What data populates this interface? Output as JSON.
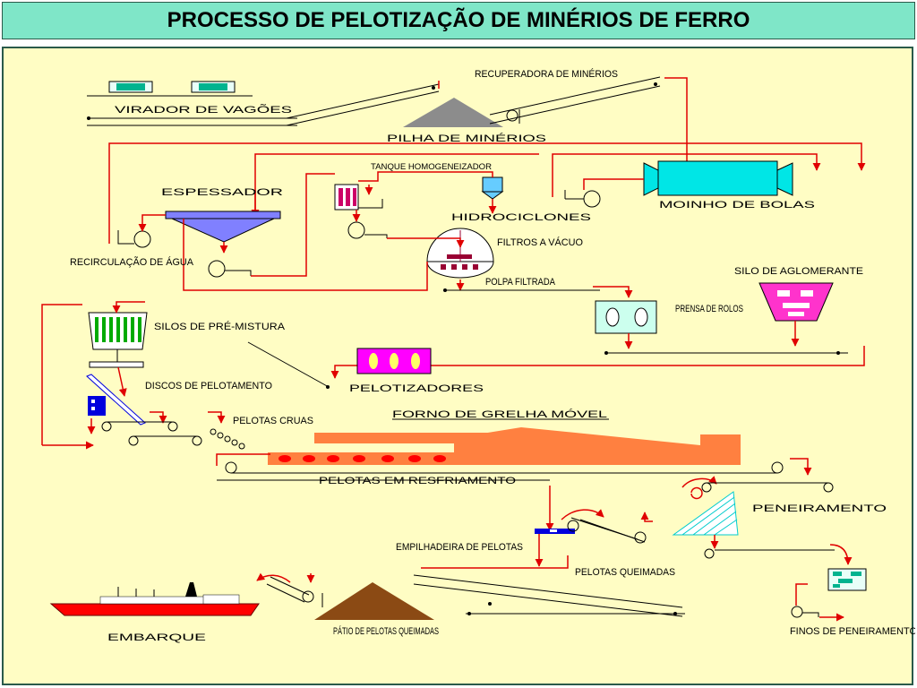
{
  "title": "PROCESSO DE PELOTIZAÇÃO DE MINÉRIOS DE FERRO",
  "colors": {
    "title_bg": "#7fe6c8",
    "canvas_bg": "#fffdc4",
    "flow_arrow": "#e00000",
    "conveyor": "#000000",
    "stockpile_ore": "#8c8c8c",
    "stockpile_pellets": "#8b4a14",
    "thickener": "#8080ff",
    "mill": "#00e6e6",
    "bentonite_silo": "#ff33cc",
    "dosing_silos": "#00aa00",
    "disc_feeders": "#0000dd",
    "roller_screens": "#ff00ff",
    "kiln": "#ff8040",
    "cooler": "#00cccc",
    "ship_hull": "#ff0000"
  },
  "labels": {
    "recuperadora": "RECUPERADORA DE MINÉRIOS",
    "virador": "VIRADOR DE VAGÕES",
    "pilha_minerios": "PILHA DE MINÉRIOS",
    "tanque": "TANQUE HOMOGENEIZADOR",
    "espessador": "ESPESSADOR",
    "moinho": "MOINHO DE BOLAS",
    "hidrociclones": "HIDROCICLONES",
    "recirculacao": "RECIRCULAÇÃO DE ÁGUA",
    "filtros": "FILTROS A VÁCUO",
    "silo_aglomerante": "SILO DE AGLOMERANTE",
    "polpa": "POLPA FILTRADA",
    "prensa": "PRENSA DE ROLOS",
    "silos_pre": "SILOS DE PRÉ-MISTURA",
    "pelotizadores": "PELOTIZADORES",
    "discos_pre": "DISCOS DE PELOTAMENTO",
    "pelotas_cruas": "PELOTAS CRUAS",
    "forno": "FORNO DE GRELHA MÓVEL",
    "pelotas_resfriamento": "PELOTAS EM RESFRIAMENTO",
    "peneiramento": "PENEIRAMENTO",
    "empilhadeira": "EMPILHADEIRA DE PELOTAS",
    "pelotas_queimadas": "PELOTAS QUEIMADAS",
    "embarque": "EMBARQUE",
    "patio": "PÁTIO DE PELOTAS QUEIMADAS",
    "finos": "FINOS DE PENEIRAMENTO"
  }
}
